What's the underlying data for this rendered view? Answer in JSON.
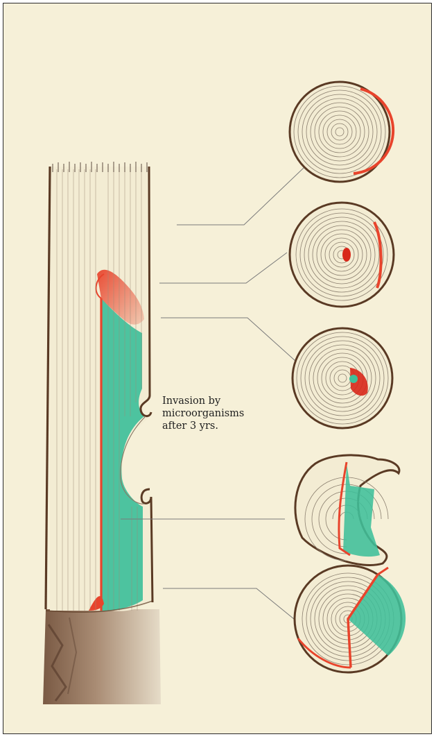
{
  "figure": {
    "annotation_lines": [
      "Invasion by",
      "microorganisms",
      "after 3 yrs."
    ],
    "cross_sections": [
      {
        "name": "section-1",
        "features": [
          "growth-rings",
          "red-outer-arc"
        ]
      },
      {
        "name": "section-2",
        "features": [
          "growth-rings",
          "red-pith-spot",
          "red-outer-arc"
        ]
      },
      {
        "name": "section-3",
        "features": [
          "growth-rings",
          "red-spot",
          "green-core"
        ]
      },
      {
        "name": "section-4",
        "features": [
          "growth-rings",
          "wound-notch",
          "red-boundary",
          "green-sector"
        ]
      },
      {
        "name": "section-5",
        "features": [
          "growth-rings",
          "red-boundary",
          "green-sector"
        ]
      }
    ],
    "colors": {
      "background": "#f6f0d8",
      "bark": "#5a3a24",
      "discolored_wood": "#e8442c",
      "decayed_wood": "#3fbf9a",
      "sound_wood": "#f3ecd3",
      "stump": "#8a6a52"
    }
  }
}
